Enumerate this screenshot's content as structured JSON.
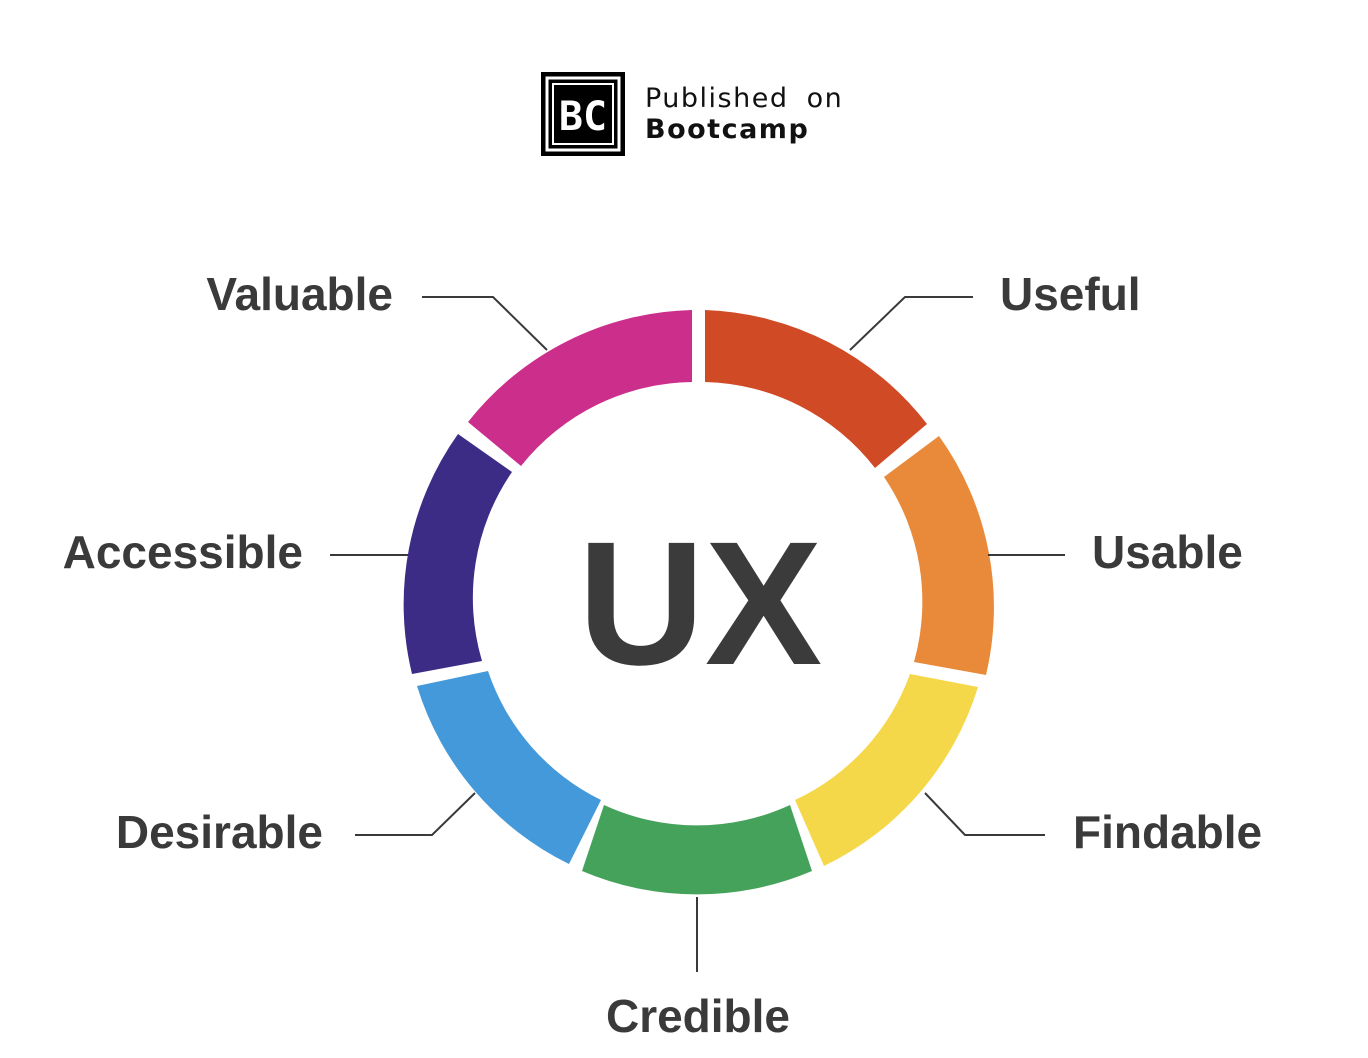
{
  "badge": {
    "line1": "Published on",
    "line2": "Bootcamp",
    "logo_text": "BC"
  },
  "diagram": {
    "center": "UX",
    "segments": [
      {
        "label": "Useful",
        "color": "#D14A26"
      },
      {
        "label": "Usable",
        "color": "#E98A3A"
      },
      {
        "label": "Findable",
        "color": "#F5D84A"
      },
      {
        "label": "Credible",
        "color": "#45A25A"
      },
      {
        "label": "Desirable",
        "color": "#4499DB"
      },
      {
        "label": "Accessible",
        "color": "#3D2C86"
      },
      {
        "label": "Valuable",
        "color": "#CB2E8B"
      }
    ]
  }
}
